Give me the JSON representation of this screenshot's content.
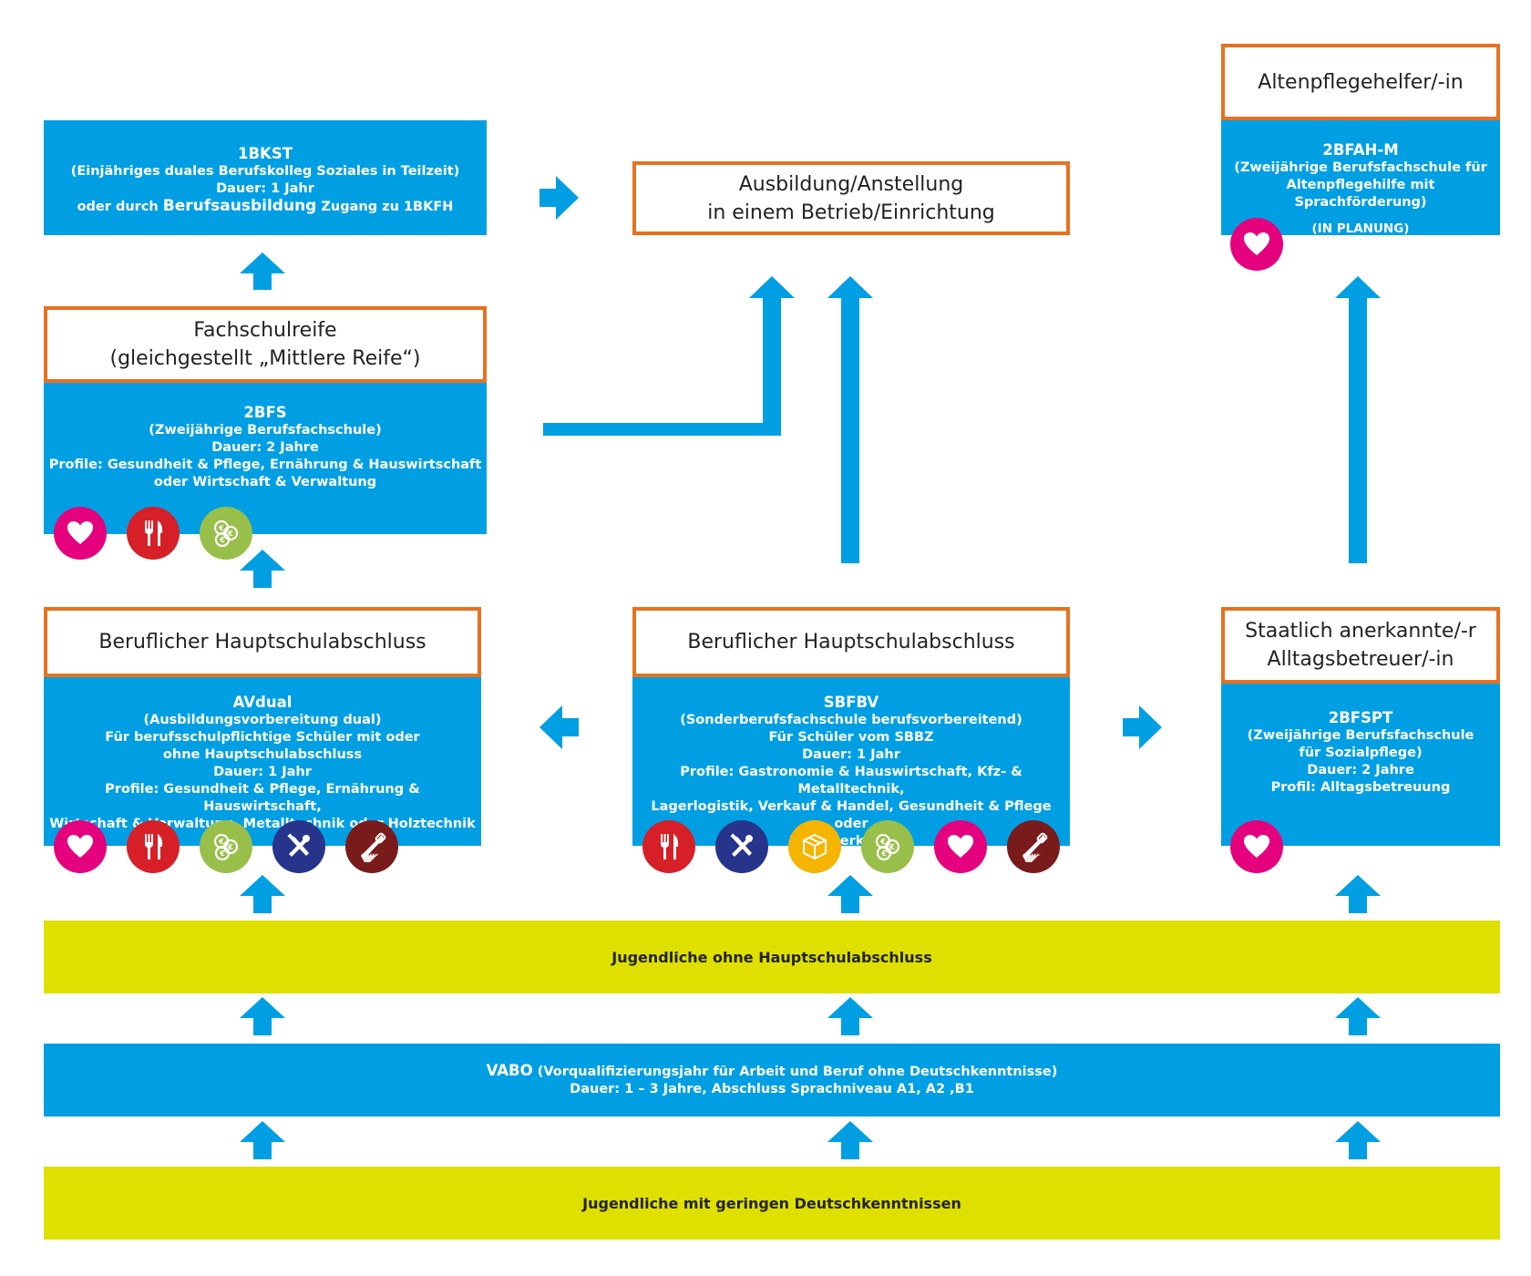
{
  "colors": {
    "blue": "#009fe3",
    "orange": "#e8711f",
    "yellow": "#dfe000",
    "arrow": "#009fe3"
  },
  "icon_colors": {
    "heart-icon": "#e5007e",
    "cutlery-icon": "#d61f26",
    "coins-icon": "#97bf4a",
    "tools-icon": "#27348b",
    "saw-icon": "#7a1b1b",
    "box-icon": "#f5b400"
  },
  "bkst": {
    "title": "1BKST",
    "lines": [
      "(Einjähriges duales Berufskolleg Soziales in Teilzeit)",
      "Dauer: 1 Jahr"
    ],
    "line3_pre": "oder durch ",
    "line3_bold": "Berufsausbildung",
    "line3_post": " Zugang zu 1BKFH"
  },
  "ausbildung": {
    "lines": [
      "Ausbildung/Anstellung",
      "in einem Betrieb/Einrichtung"
    ]
  },
  "altenpflege": {
    "label": "Altenpflegehelfer/-in"
  },
  "bfahm": {
    "title": "2BFAH-M",
    "lines": [
      "(Zweijährige Berufsfachschule für",
      "Altenpflegehilfe mit Sprachförderung)"
    ],
    "note": "(IN PLANUNG)",
    "icons": [
      "heart-icon"
    ]
  },
  "fachschulreife": {
    "lines": [
      "Fachschulreife",
      "(gleichgestellt „Mittlere Reife“)"
    ]
  },
  "bfs": {
    "title": "2BFS",
    "lines": [
      "(Zweijährige Berufsfachschule)",
      "Dauer: 2 Jahre",
      "Profile: Gesundheit & Pflege, Ernährung & Hauswirtschaft",
      "oder Wirtschaft & Verwaltung"
    ],
    "icons": [
      "heart-icon",
      "cutlery-icon",
      "coins-icon"
    ]
  },
  "bhs_left": {
    "label": "Beruflicher Hauptschulabschluss"
  },
  "avdual": {
    "title": "AVdual",
    "lines": [
      "(Ausbildungsvorbereitung dual)",
      "Für berufsschulpflichtige Schüler mit oder",
      "ohne Hauptschulabschluss",
      "Dauer: 1 Jahr",
      "Profile: Gesundheit & Pflege, Ernährung & Hauswirtschaft,",
      "Wirtschaft & Verwaltung, Metalltechnik oder Holztechnik"
    ],
    "icons": [
      "heart-icon",
      "cutlery-icon",
      "coins-icon",
      "tools-icon",
      "saw-icon"
    ]
  },
  "bhs_mid": {
    "label": "Beruflicher Hauptschulabschluss"
  },
  "sbfbv": {
    "title": "SBFBV",
    "lines": [
      "(Sonderberufsfachschule berufsvorbereitend)",
      "Für Schüler vom SBBZ",
      "Dauer: 1 Jahr",
      "Profile: Gastronomie & Hauswirtschaft, Kfz- & Metalltechnik,",
      "Lagerlogistik, Verkauf & Handel, Gesundheit & Pflege oder",
      "Handwerk & Bau"
    ],
    "icons": [
      "cutlery-icon",
      "tools-icon",
      "box-icon",
      "coins-icon",
      "heart-icon",
      "saw-icon"
    ]
  },
  "alltag": {
    "lines": [
      "Staatlich anerkannte/-r",
      "Alltagsbetreuer/-in"
    ]
  },
  "bfspt": {
    "title": "2BFSPT",
    "lines": [
      "(Zweijährige Berufsfachschule",
      "für Sozialpflege)",
      "Dauer: 2 Jahre",
      "Profil: Alltagsbetreuung"
    ],
    "icons": [
      "heart-icon"
    ]
  },
  "jugendliche_ohne": {
    "label": "Jugendliche ohne Hauptschulabschluss"
  },
  "vabo": {
    "title": "VABO",
    "title_rest": " (Vorqualifizierungsjahr für Arbeit und Beruf ohne Deutschkenntnisse)",
    "line2": "Dauer: 1 – 3 Jahre, Abschluss Sprachniveau A1, A2 ,B1"
  },
  "jugendliche_gering": {
    "label": "Jugendliche mit geringen Deutschkenntnissen"
  }
}
